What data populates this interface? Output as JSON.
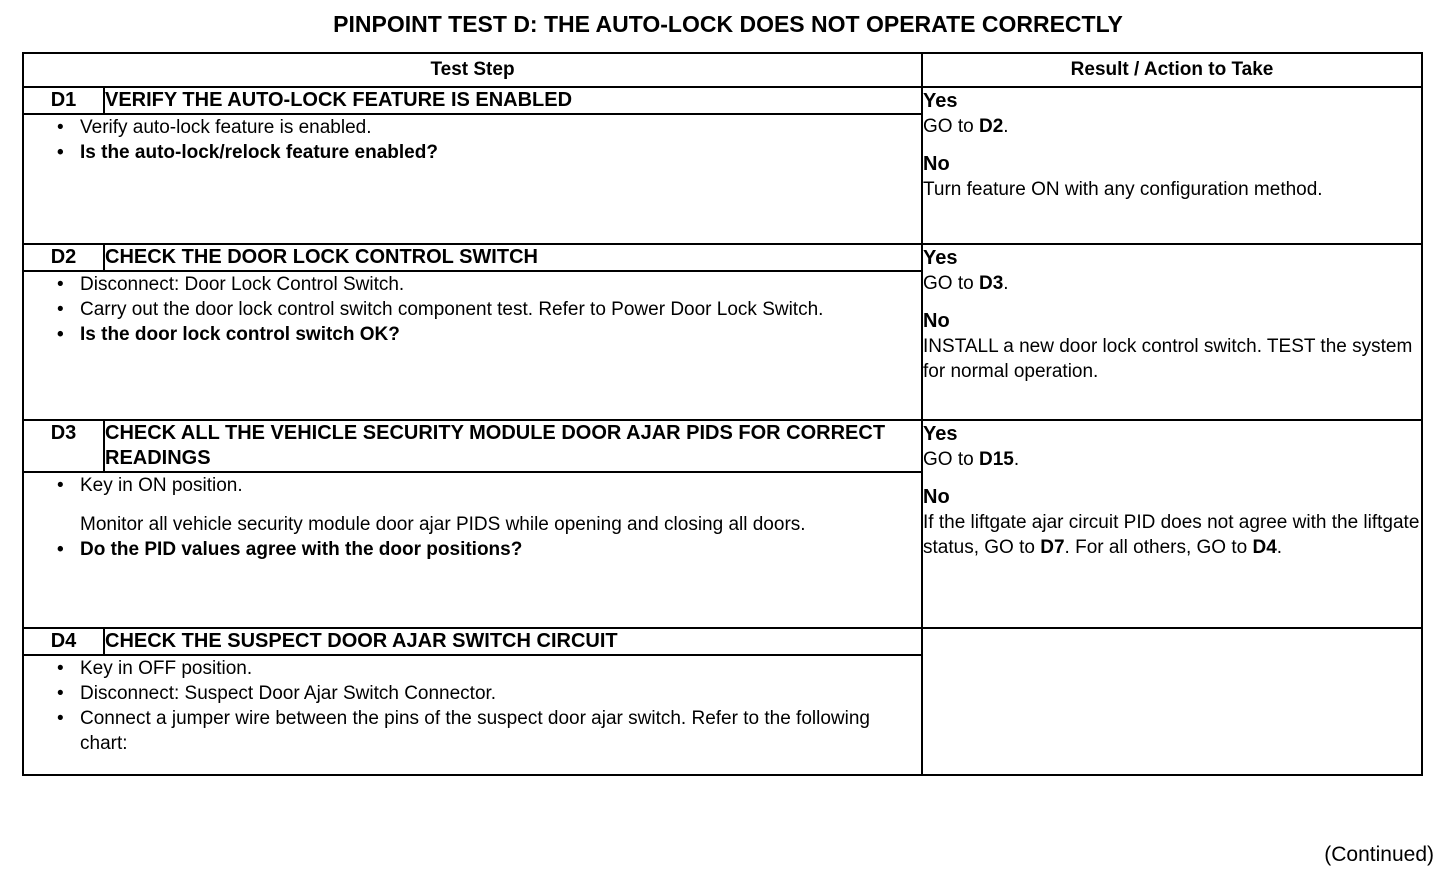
{
  "document": {
    "title": "PINPOINT TEST  D: THE AUTO-LOCK DOES NOT OPERATE CORRECTLY",
    "footer_note": "(Continued)"
  },
  "table": {
    "headers": {
      "step_column": "Test Step",
      "result_column": "Result / Action to Take"
    },
    "rows": [
      {
        "id": "D1",
        "heading": "VERIFY THE AUTO-LOCK FEATURE IS ENABLED",
        "items": [
          {
            "bullet": true,
            "bold": false,
            "text": "Verify auto-lock feature is enabled."
          },
          {
            "bullet": true,
            "bold": true,
            "text": "Is the auto-lock/relock feature enabled?"
          }
        ],
        "result": {
          "yes_label": "Yes",
          "yes_text_pre": "GO to ",
          "yes_text_bold": "D2",
          "yes_text_post": ".",
          "no_label": "No",
          "no_text": "Turn feature ON with any configuration method."
        }
      },
      {
        "id": "D2",
        "heading": "CHECK THE DOOR LOCK CONTROL SWITCH",
        "items": [
          {
            "bullet": true,
            "bold": false,
            "text": "Disconnect: Door Lock Control Switch."
          },
          {
            "bullet": true,
            "bold": false,
            "text": "Carry out the door lock control switch component test. Refer to Power Door Lock Switch."
          },
          {
            "bullet": true,
            "bold": true,
            "text": "Is the door lock control switch OK?"
          }
        ],
        "result": {
          "yes_label": "Yes",
          "yes_text_pre": "GO to ",
          "yes_text_bold": "D3",
          "yes_text_post": ".",
          "no_label": "No",
          "no_text": "INSTALL a new door lock control switch. TEST the system for normal operation."
        }
      },
      {
        "id": "D3",
        "heading": "CHECK ALL THE VEHICLE SECURITY MODULE DOOR AJAR PIDS FOR CORRECT READINGS",
        "items": [
          {
            "bullet": true,
            "bold": false,
            "text": "Key in ON position."
          },
          {
            "bullet": false,
            "bold": false,
            "gap": true,
            "text": "Monitor all vehicle security module door ajar PIDS while opening and closing all doors."
          },
          {
            "bullet": true,
            "bold": true,
            "text": "Do the PID values agree with the door positions?"
          }
        ],
        "result": {
          "yes_label": "Yes",
          "yes_text_pre": "GO to ",
          "yes_text_bold": "D15",
          "yes_text_post": ".",
          "no_label": "No",
          "no_text_parts": [
            {
              "text": "If the liftgate ajar circuit PID does not agree with the liftgate status, GO to ",
              "bold": false
            },
            {
              "text": "D7",
              "bold": true
            },
            {
              "text": ". For all others, GO to ",
              "bold": false
            },
            {
              "text": "D4",
              "bold": true
            },
            {
              "text": ".",
              "bold": false
            }
          ]
        }
      },
      {
        "id": "D4",
        "heading": "CHECK THE SUSPECT DOOR AJAR SWITCH CIRCUIT",
        "items": [
          {
            "bullet": true,
            "bold": false,
            "text": "Key in OFF position."
          },
          {
            "bullet": true,
            "bold": false,
            "text": "Disconnect: Suspect Door Ajar Switch Connector."
          },
          {
            "bullet": true,
            "bold": false,
            "text": "Connect a jumper wire between the pins of the suspect door ajar switch. Refer to the following chart:"
          }
        ],
        "result": null
      }
    ]
  }
}
